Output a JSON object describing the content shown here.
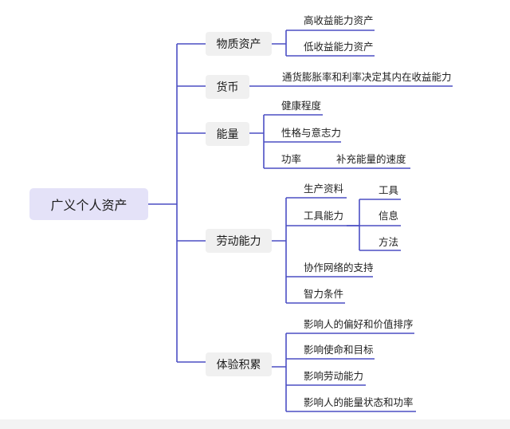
{
  "mindmap": {
    "root": "广义个人资产",
    "branches": {
      "material": {
        "label": "物质资产",
        "children": [
          "高收益能力资产",
          "低收益能力资产"
        ]
      },
      "currency": {
        "label": "货币",
        "children": [
          "通货膨胀率和利率决定其内在收益能力"
        ]
      },
      "energy": {
        "label": "能量",
        "children": [
          "健康程度",
          "性格与意志力",
          "功率"
        ],
        "power_child": "补充能量的速度"
      },
      "labor": {
        "label": "劳动能力",
        "children": [
          "生产资料",
          "工具能力",
          "协作网络的支持",
          "智力条件"
        ],
        "tool_children": [
          "工具",
          "信息",
          "方法"
        ]
      },
      "experience": {
        "label": "体验积累",
        "children": [
          "影响人的偏好和价值排序",
          "影响使命和目标",
          "影响劳动能力",
          "影响人的能量状态和功率"
        ]
      }
    }
  },
  "colors": {
    "connector": "#4b4fc4",
    "root_fill": "#e4e2f8",
    "branch_fill": "#f0f0f0"
  }
}
